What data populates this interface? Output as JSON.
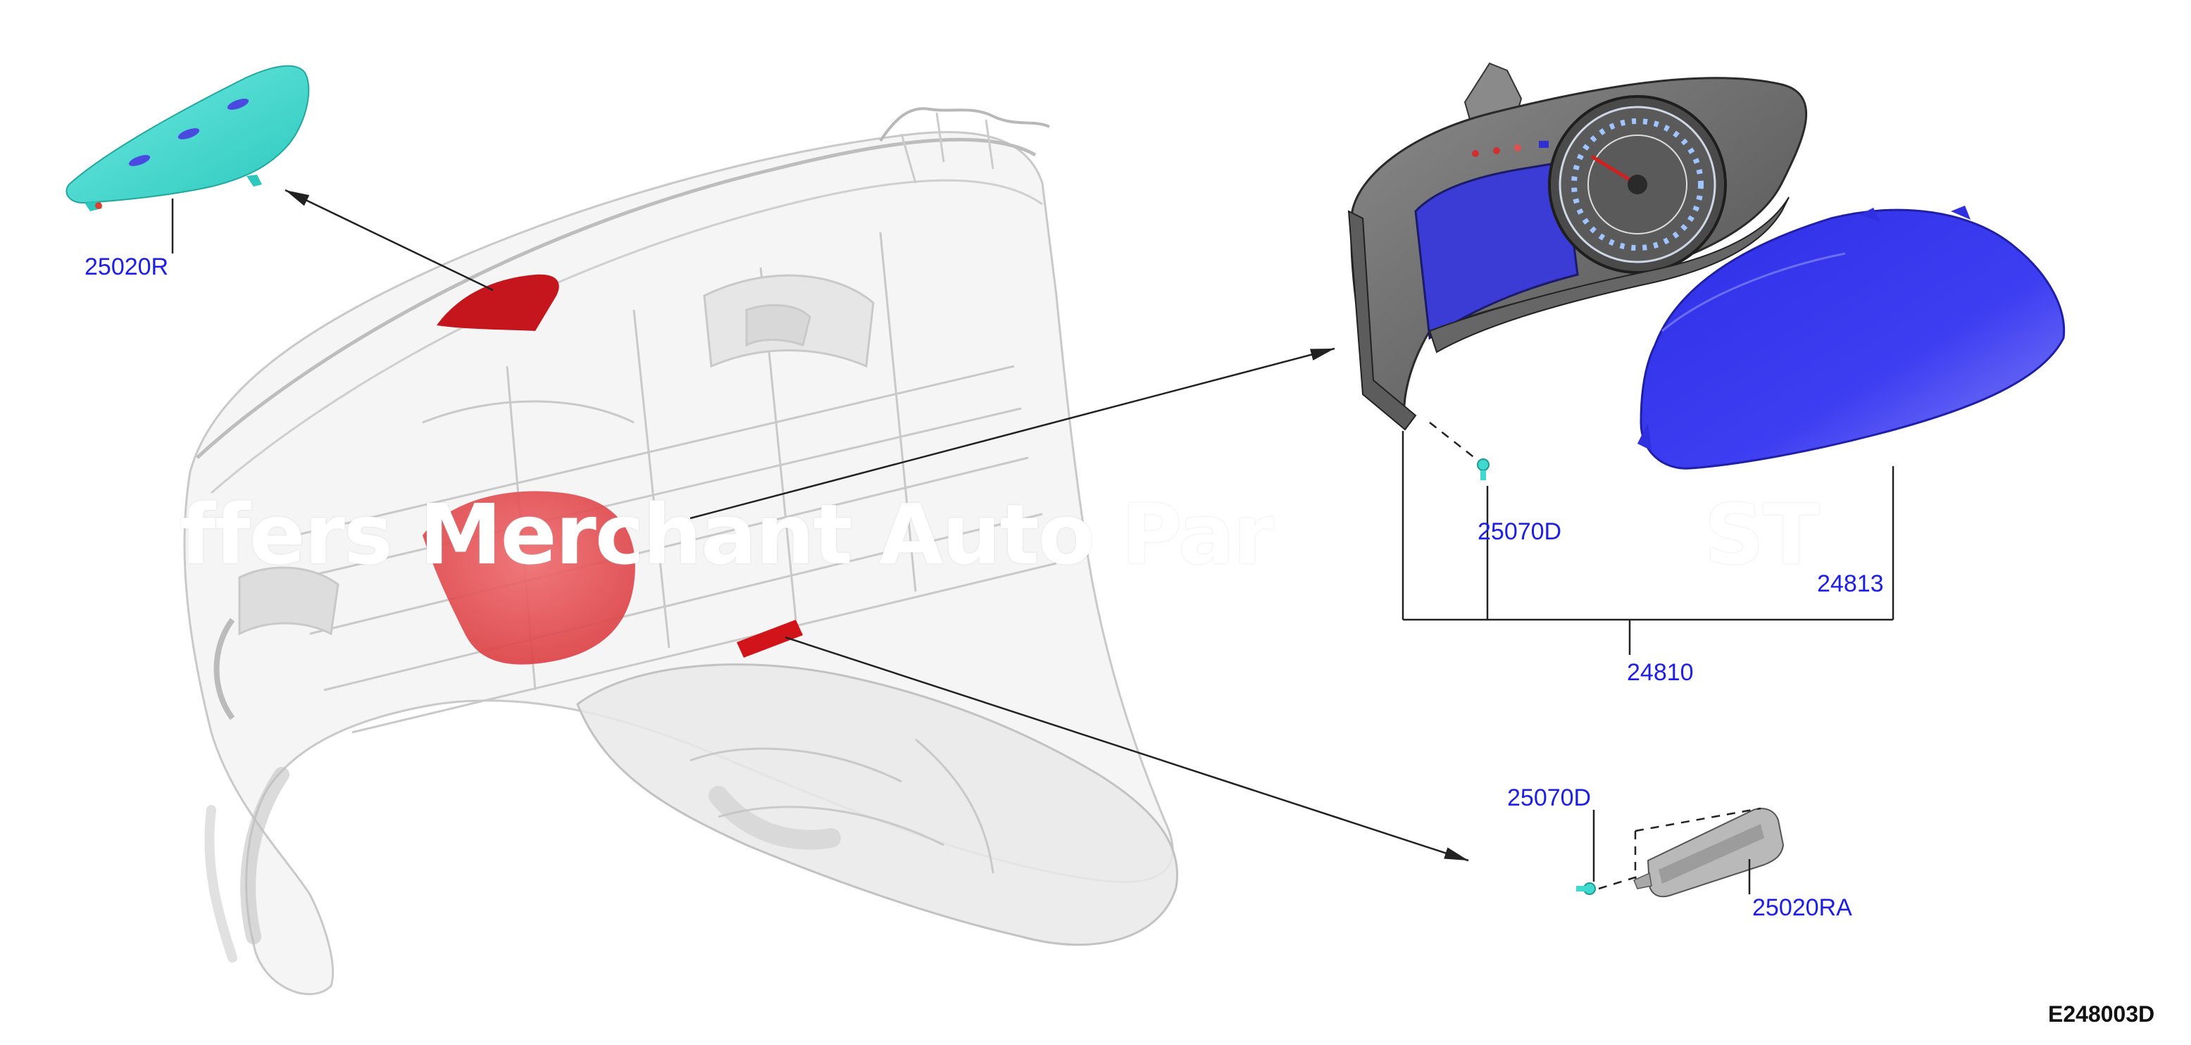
{
  "labels": {
    "bezel": "25020R",
    "screw_top": "25070D",
    "lens": "24813",
    "cluster_assembly": "24810",
    "screw_bottom": "25070D",
    "module": "25020RA"
  },
  "figure_id": "E248003D",
  "watermark": {
    "left": "ffers Merchant Auto Par",
    "right": "ST"
  },
  "colors": {
    "callout_text": "#1d1ee8",
    "highlight_red": "#c4161c",
    "bezel_cyan": "#3fd9cf",
    "lens_blue": "#3a3af0",
    "cluster_gray": "#6e6e6e"
  }
}
